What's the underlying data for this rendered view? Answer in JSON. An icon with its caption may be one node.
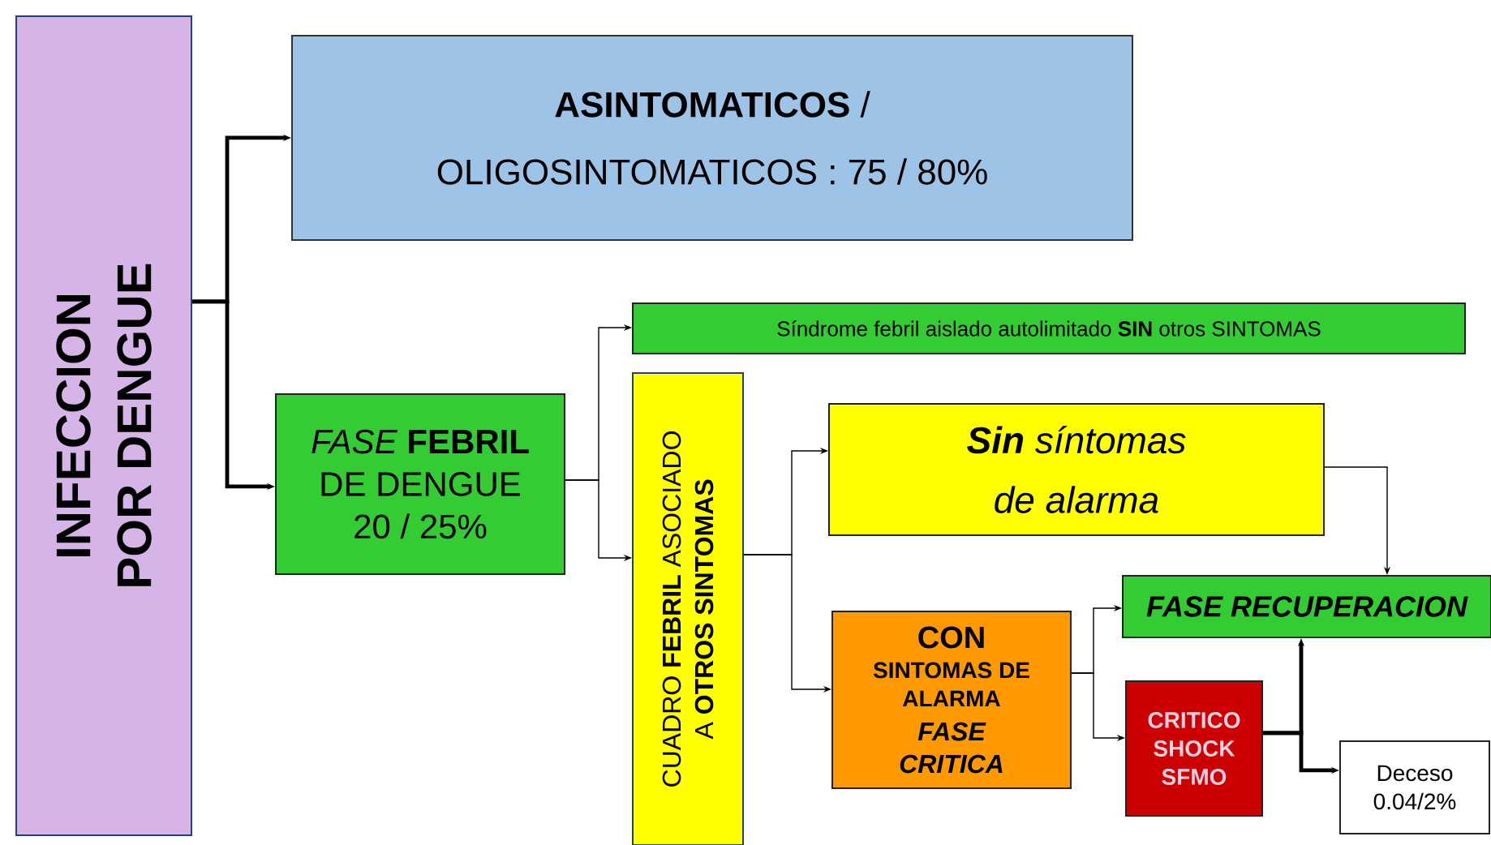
{
  "diagram": {
    "nodes": [
      {
        "text": [
          "INFECCION POR DENGUE"
        ]
      },
      {
        "text": [
          "**ASINTOMATICOS** /",
          "OLIGOSINTOMATICOS : 75 / 80%"
        ]
      },
      {
        "text": [
          "*FASE* **FEBRIL** DE DENGUE 20 / 25%"
        ]
      },
      {
        "text": [
          "Síndrome febril aislado autolimitado **SIN** otros SINTOMAS"
        ]
      },
      {
        "text": [
          "CUADRO **FEBRIL** ASOCIADO A **OTROS SINTOMAS**"
        ]
      },
      {
        "text": [
          "**Sin** síntomas de alarma"
        ]
      },
      {
        "text": [
          "CON",
          "SINTOMAS DE ALARMA",
          "FASE CRITICA"
        ]
      },
      {
        "text": [
          "FASE RECUPERACION"
        ]
      },
      {
        "text": [
          "CRITICO SHOCK SFMO"
        ]
      },
      {
        "text": [
          "Deceso 0.04/2%"
        ]
      }
    ],
    "edges": [
      {
        "from": 0,
        "to": 1,
        "arrow": "to",
        "style": "thick"
      },
      {
        "from": 0,
        "to": 2,
        "arrow": "to",
        "style": "thick"
      },
      {
        "from": 2,
        "to": 3,
        "arrow": "to"
      },
      {
        "from": 2,
        "to": 4,
        "arrow": "to"
      },
      {
        "from": 4,
        "to": 5,
        "arrow": "to"
      },
      {
        "from": 4,
        "to": 6,
        "arrow": "to"
      },
      {
        "from": 5,
        "to": 7,
        "arrow": "to"
      },
      {
        "from": 6,
        "to": 7,
        "arrow": "to"
      },
      {
        "from": 6,
        "to": 8,
        "arrow": "to"
      },
      {
        "from": 8,
        "to": 7,
        "arrow": "to",
        "style": "thick"
      },
      {
        "from": 8,
        "to": 9,
        "arrow": "to",
        "style": "thick"
      }
    ]
  }
}
